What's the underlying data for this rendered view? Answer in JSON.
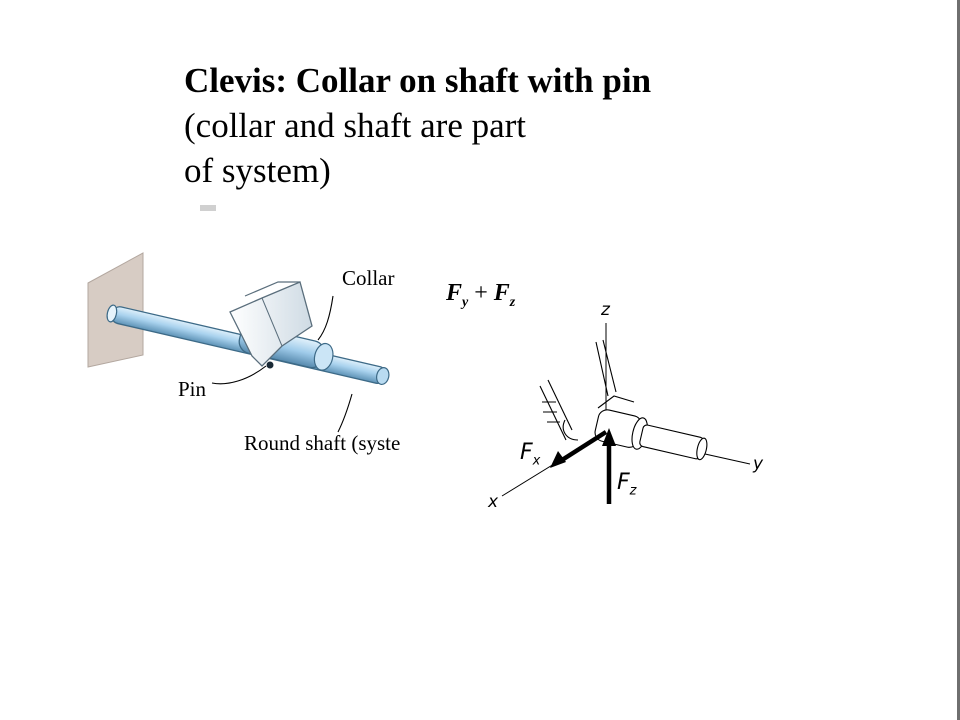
{
  "title": {
    "line1": "Clevis: Collar on shaft with pin",
    "line2": "(collar and shaft are part",
    "line3": "of system)"
  },
  "left_figure": {
    "labels": {
      "collar": "Collar",
      "pin": "Pin",
      "shaft": "Round shaft (syste"
    }
  },
  "right_figure": {
    "reaction": {
      "f1": "F",
      "f1_sub": "y",
      "op": "+",
      "f2": "F",
      "f2_sub": "z"
    },
    "axes": {
      "x": "x",
      "y": "y",
      "z": "z"
    },
    "forces": {
      "fx": "F",
      "fx_sub": "x",
      "fz": "F",
      "fz_sub": "z"
    }
  }
}
